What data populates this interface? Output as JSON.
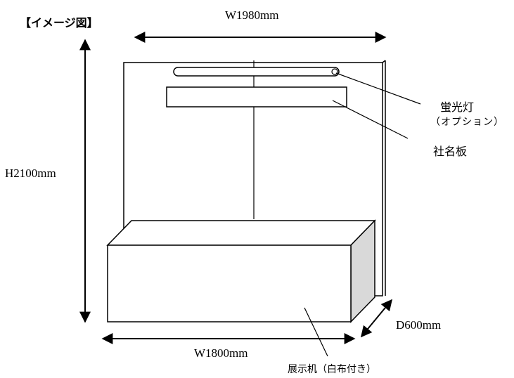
{
  "title": "【イメージ図】",
  "dimensions": {
    "top_width": "W1980mm",
    "height": "H2100mm",
    "bottom_width": "W1800mm",
    "depth": "D600mm"
  },
  "callouts": {
    "light": "蛍光灯",
    "light_note": "（オプション）",
    "name_board": "社名板",
    "table": "展示机（白布付き）"
  },
  "colors": {
    "line": "#000000",
    "background": "#ffffff",
    "table_side": "#d9d9d9"
  }
}
